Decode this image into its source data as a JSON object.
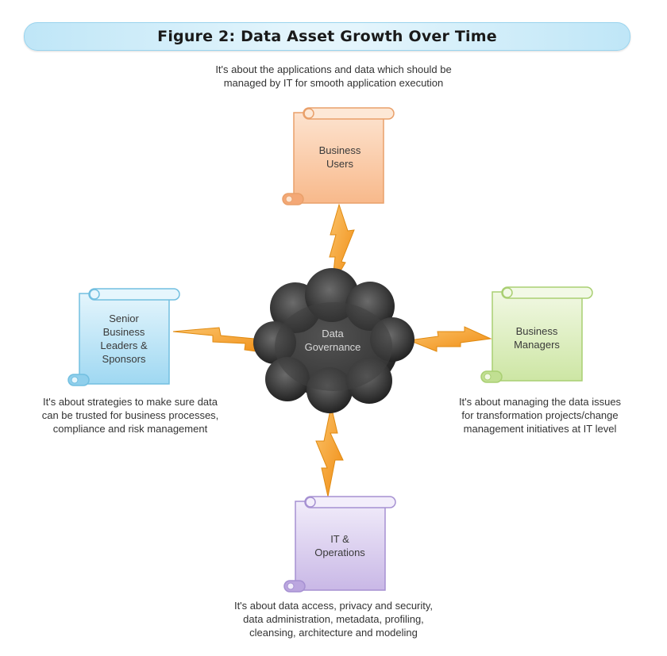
{
  "title": "Figure 2: Data Asset Growth Over Time",
  "center": {
    "label": "Data\nGovernance",
    "color": "#3d3d3d"
  },
  "nodes": {
    "top": {
      "label": "Business\nUsers",
      "caption": "It's about the applications and data which should be\nmanaged by IT for smooth application execution",
      "color": "#f8b98b"
    },
    "left": {
      "label": "Senior\nBusiness\nLeaders &\nSponsors",
      "caption": "It's about strategies to make sure data\ncan be trusted for business processes,\ncompliance and risk management",
      "color": "#9fd8f2"
    },
    "right": {
      "label": "Business\nManagers",
      "caption": "It's about managing the data issues\nfor transformation projects/change\nmanagement  initiatives at IT level",
      "color": "#cde6a4"
    },
    "bottom": {
      "label": "IT &\nOperations",
      "caption": "It's about data access, privacy and security,\ndata administration, metadata, profiling,\ncleansing, architecture and modeling",
      "color": "#c9b8e6"
    }
  },
  "connector_color": "#f5a623"
}
